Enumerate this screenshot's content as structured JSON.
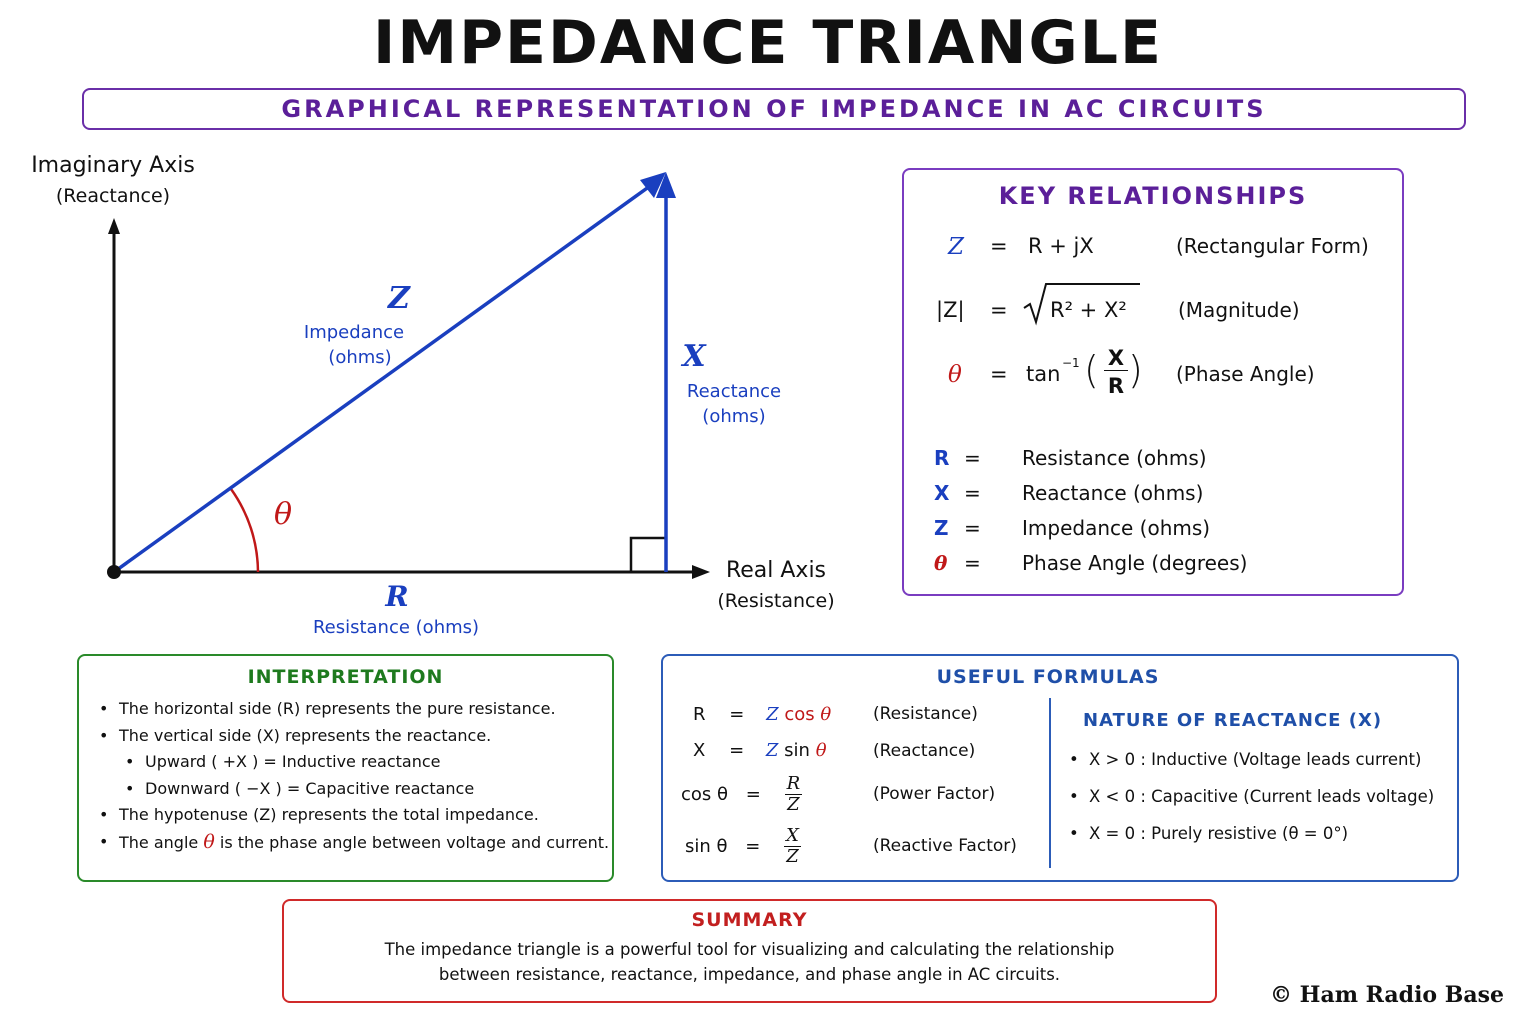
{
  "title": "IMPEDANCE TRIANGLE",
  "subtitle": "GRAPHICAL REPRESENTATION OF IMPEDANCE IN AC CIRCUITS",
  "diagram": {
    "imag_axis": "Imaginary Axis",
    "imag_axis_sub": "(Reactance)",
    "real_axis": "Real Axis",
    "real_axis_sub": "(Resistance)",
    "z_symbol": "Z",
    "z_label": "Impedance",
    "z_unit": "(ohms)",
    "x_symbol": "X",
    "x_label": "Reactance",
    "x_unit": "(ohms)",
    "r_symbol": "R",
    "r_label": "Resistance (ohms)",
    "theta": "θ"
  },
  "key": {
    "title": "KEY RELATIONSHIPS",
    "rect": {
      "lhs": "Z",
      "eq": "=",
      "rhs": "R + jX",
      "note": "(Rectangular Form)"
    },
    "mag": {
      "lhs": "|Z|",
      "eq": "=",
      "rhs": "R² + X²",
      "note": "(Magnitude)"
    },
    "phase": {
      "lhs": "θ",
      "eq": "=",
      "func": "tan",
      "sup": "−1",
      "num": "X",
      "den": "R",
      "note": "(Phase Angle)"
    },
    "defs": [
      {
        "sym": "R",
        "eq": "=",
        "text": "Resistance (ohms)"
      },
      {
        "sym": "X",
        "eq": "=",
        "text": "Reactance (ohms)"
      },
      {
        "sym": "Z",
        "eq": "=",
        "text": "Impedance (ohms)"
      },
      {
        "sym": "θ",
        "eq": "=",
        "text": "Phase Angle (degrees)"
      }
    ]
  },
  "interpretation": {
    "title": "INTERPRETATION",
    "items": [
      "The horizontal side (R) represents the pure resistance.",
      "The vertical side (X) represents the reactance.",
      "Upward ( +X ) = Inductive reactance",
      "Downward ( −X ) = Capacitive reactance",
      "The hypotenuse (Z) represents the total impedance.",
      "The angle",
      "θ",
      "is the phase angle between voltage and current."
    ]
  },
  "formulas": {
    "title": "USEFUL FORMULAS",
    "f1": {
      "lhs": "R",
      "eq": "=",
      "z": "Z",
      "fn": "cos",
      "th": "θ",
      "note": "(Resistance)"
    },
    "f2": {
      "lhs": "X",
      "eq": "=",
      "z": "Z",
      "fn": "sin",
      "th": "θ",
      "note": "(Reactance)"
    },
    "f3": {
      "lhs": "cos θ",
      "eq": "=",
      "num": "R",
      "den": "Z",
      "note": "(Power Factor)"
    },
    "f4": {
      "lhs": "sin θ",
      "eq": "=",
      "num": "X",
      "den": "Z",
      "note": "(Reactive Factor)"
    },
    "nature_title": "NATURE OF REACTANCE (X)",
    "nature": [
      "X > 0 : Inductive (Voltage leads current)",
      "X < 0 : Capacitive (Current leads voltage)",
      "X = 0 : Purely resistive (θ = 0°)"
    ]
  },
  "summary": {
    "title": "SUMMARY",
    "line1": "The impedance triangle is a powerful tool for visualizing and calculating the relationship",
    "line2": "between resistance, reactance, impedance, and phase angle in AC circuits."
  },
  "copyright": "© Ham Radio Base",
  "colors": {
    "blue": "#1a3fbf",
    "red": "#c01818",
    "purple": "#5b1f99",
    "green": "#1e7a1e"
  }
}
